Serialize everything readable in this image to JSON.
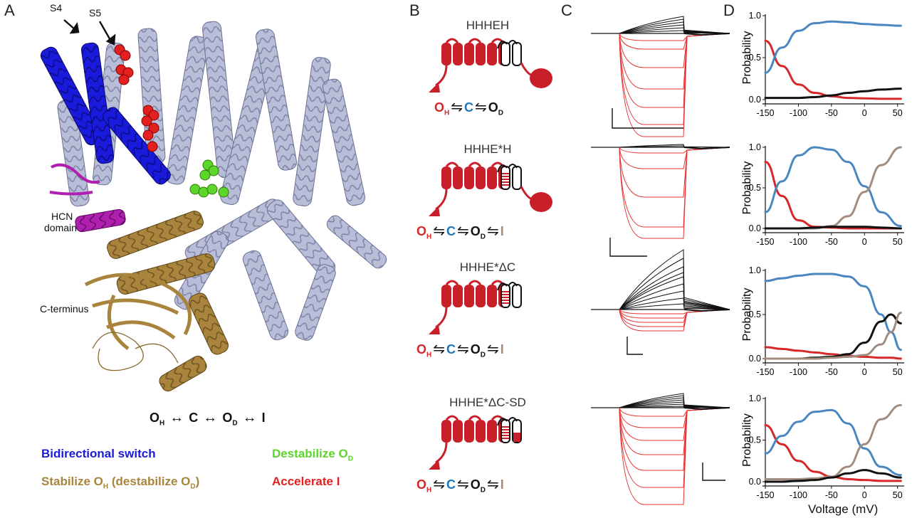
{
  "panels": {
    "a": "A",
    "b": "B",
    "c": "C",
    "d": "D"
  },
  "panel_a": {
    "arrow_labels": {
      "s4": "S4",
      "s5": "S5"
    },
    "region_labels": {
      "hcn_domain_1": "HCN",
      "hcn_domain_2": "domain",
      "c_terminus": "C-terminus"
    },
    "scheme": {
      "oh": "O",
      "oh_sub": "H",
      "c": "C",
      "od": "O",
      "od_sub": "D",
      "i": "I"
    },
    "legend": {
      "bidirectional": "Bidirectional switch",
      "stabilize": "Stabilize O",
      "stabilize_sub": "H",
      "stabilize_paren": " (destabilize O",
      "stabilize_paren_sub": "D",
      "stabilize_close": ")",
      "destabilize": "Destabilize O",
      "destabilize_sub": "D",
      "accelerate": "Accelerate I"
    },
    "colors": {
      "bidirectional": "#1a1adc",
      "stabilize": "#a8843c",
      "destabilize": "#5dd62a",
      "accelerate": "#e32020",
      "protein": "#b8bdd8",
      "hcn": "#b020b0"
    }
  },
  "panel_b": {
    "constructs": [
      {
        "name": "HHHEH",
        "s1": "O",
        "s1sub": "H",
        "s2": "C",
        "s3": "O",
        "s3sub": "D"
      },
      {
        "name": "HHHE*H",
        "s1": "O",
        "s1sub": "H",
        "s2": "C",
        "s3": "O",
        "s3sub": "D",
        "s4": "I"
      },
      {
        "name": "HHHE*ΔC",
        "s1": "O",
        "s1sub": "H",
        "s2": "C",
        "s3": "O",
        "s3sub": "D",
        "s4": "I"
      },
      {
        "name": "HHHE*ΔC-SD",
        "s1": "O",
        "s1sub": "H",
        "s2": "C",
        "s3": "O",
        "s3sub": "D",
        "s4": "I"
      }
    ]
  },
  "panel_d": {
    "ylabel": "Probability",
    "xlabel": "Voltage (mV)",
    "yticks": [
      "0.0",
      "0.5",
      "1.0"
    ],
    "xticks": [
      "-150",
      "-100",
      "-50",
      "0",
      "50"
    ]
  },
  "chart_data": [
    {
      "type": "line",
      "x": [
        -150,
        -125,
        -100,
        -75,
        -50,
        -25,
        0,
        25,
        55
      ],
      "ylim": [
        0,
        1
      ],
      "xlim": [
        -150,
        60
      ],
      "series": [
        {
          "color": "#d62828",
          "values": [
            0.7,
            0.4,
            0.18,
            0.08,
            0.04,
            0.02,
            0.015,
            0.01,
            0.01
          ]
        },
        {
          "color": "#4a86c0",
          "values": [
            0.32,
            0.62,
            0.82,
            0.91,
            0.93,
            0.92,
            0.9,
            0.89,
            0.88
          ]
        },
        {
          "color": "#111111",
          "values": [
            0.02,
            0.02,
            0.02,
            0.03,
            0.05,
            0.08,
            0.1,
            0.12,
            0.13
          ]
        }
      ]
    },
    {
      "type": "line",
      "x": [
        -150,
        -125,
        -100,
        -75,
        -50,
        -25,
        0,
        25,
        55
      ],
      "ylim": [
        0,
        1
      ],
      "xlim": [
        -150,
        60
      ],
      "series": [
        {
          "color": "#d62828",
          "values": [
            0.82,
            0.4,
            0.1,
            0.02,
            0.01,
            0.0,
            0.0,
            0.0,
            0.0
          ]
        },
        {
          "color": "#4a86c0",
          "values": [
            0.2,
            0.58,
            0.9,
            1.0,
            0.97,
            0.82,
            0.52,
            0.2,
            0.03
          ]
        },
        {
          "color": "#a08d80",
          "values": [
            0.0,
            0.0,
            0.0,
            0.0,
            0.03,
            0.15,
            0.45,
            0.78,
            1.0
          ]
        },
        {
          "color": "#111111",
          "values": [
            0.0,
            0.0,
            0.0,
            0.01,
            0.02,
            0.02,
            0.02,
            0.01,
            0.0
          ]
        }
      ]
    },
    {
      "type": "line",
      "x": [
        -150,
        -125,
        -100,
        -75,
        -50,
        -25,
        0,
        25,
        40,
        55
      ],
      "ylim": [
        0,
        1
      ],
      "xlim": [
        -150,
        60
      ],
      "series": [
        {
          "color": "#4a86c0",
          "values": [
            0.88,
            0.91,
            0.94,
            0.96,
            0.96,
            0.93,
            0.82,
            0.5,
            0.3,
            0.1
          ]
        },
        {
          "color": "#d62828",
          "values": [
            0.13,
            0.11,
            0.09,
            0.07,
            0.05,
            0.03,
            0.02,
            0.01,
            0.01,
            0.0
          ]
        },
        {
          "color": "#111111",
          "values": [
            0.0,
            0.0,
            0.0,
            0.01,
            0.02,
            0.05,
            0.18,
            0.42,
            0.5,
            0.4
          ]
        },
        {
          "color": "#a08d80",
          "values": [
            0.0,
            0.0,
            0.0,
            0.0,
            0.01,
            0.02,
            0.04,
            0.16,
            0.3,
            0.52
          ]
        }
      ]
    },
    {
      "type": "line",
      "x": [
        -150,
        -125,
        -100,
        -75,
        -50,
        -25,
        0,
        25,
        55
      ],
      "ylim": [
        0,
        1
      ],
      "xlim": [
        -150,
        60
      ],
      "series": [
        {
          "color": "#d62828",
          "values": [
            0.68,
            0.45,
            0.25,
            0.12,
            0.06,
            0.03,
            0.02,
            0.01,
            0.01
          ]
        },
        {
          "color": "#4a86c0",
          "values": [
            0.34,
            0.55,
            0.72,
            0.84,
            0.86,
            0.7,
            0.4,
            0.18,
            0.08
          ]
        },
        {
          "color": "#a08d80",
          "values": [
            0.03,
            0.03,
            0.03,
            0.04,
            0.06,
            0.18,
            0.45,
            0.75,
            0.92
          ]
        },
        {
          "color": "#111111",
          "values": [
            0.0,
            0.0,
            0.01,
            0.02,
            0.05,
            0.1,
            0.14,
            0.1,
            0.05
          ]
        }
      ]
    }
  ]
}
